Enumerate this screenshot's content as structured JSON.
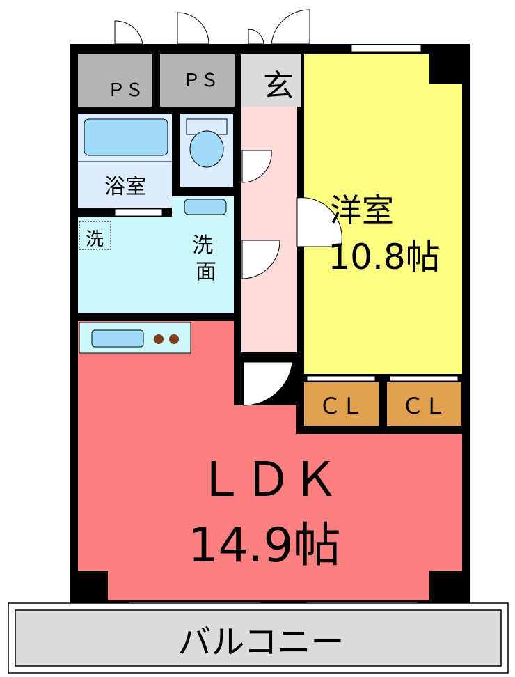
{
  "rooms": {
    "ps1": "ＰＳ",
    "ps2": "ＰＳ",
    "genkan": "玄",
    "bath": "浴室",
    "washer": "洗",
    "washroom": "洗\n面",
    "western_room": {
      "name": "洋室",
      "size": "10.8帖"
    },
    "cl1": "ＣＬ",
    "cl2": "ＣＬ",
    "ldk": {
      "name": "ＬＤＫ",
      "size": "14.9帖"
    },
    "balcony": "バルコニー"
  },
  "colors": {
    "wall": "#000000",
    "ps": "#b4b4b4",
    "genkan": "#dcdcdc",
    "hall": "#ffdcdc",
    "bath": "#dcecfc",
    "wash": "#ccf8fc",
    "western": "#fcfc80",
    "closet": "#e0a050",
    "ldk": "#fc8080",
    "balcony": "#dcdcdc",
    "fixture": "#a0dcf8",
    "stove": "#804020"
  }
}
